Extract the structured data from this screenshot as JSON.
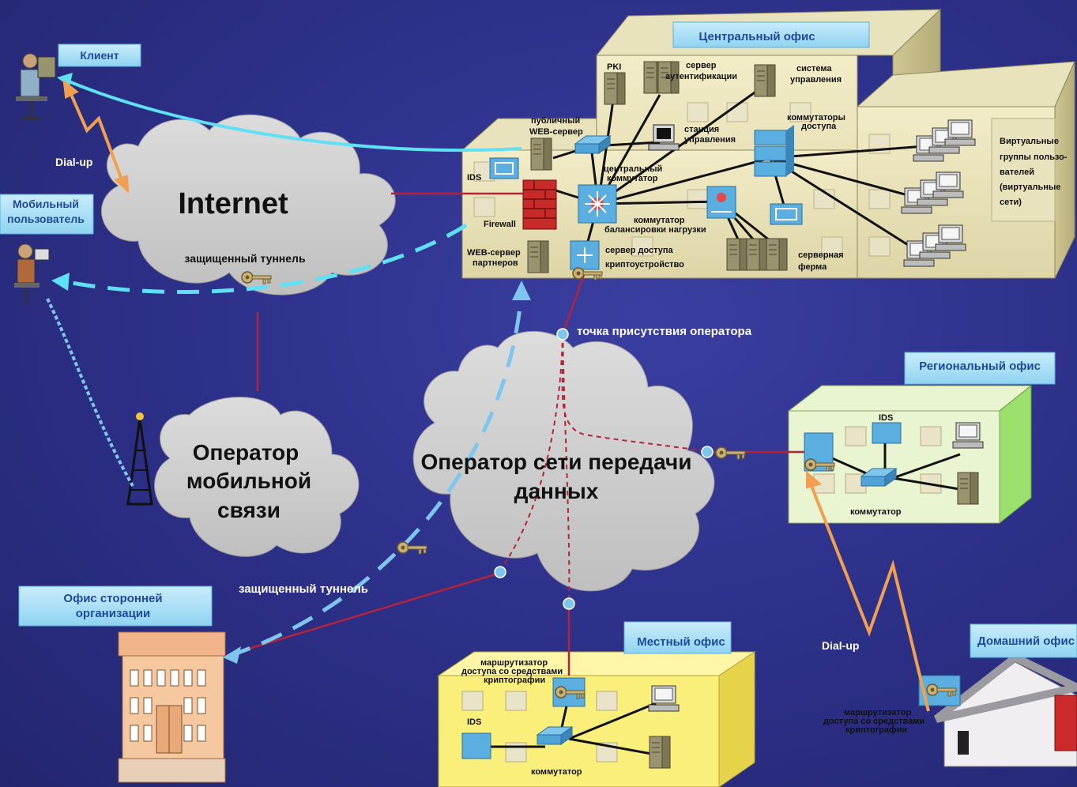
{
  "labels": {
    "client": "Клиент",
    "mobile_user_1": "Мобильный",
    "mobile_user_2": "пользователь",
    "central_office": "Центральный офис",
    "regional_office": "Региональный офис",
    "third_party_1": "Офис сторонней",
    "third_party_2": "организации",
    "local_office": "Местный офис",
    "home_office": "Домашний офис",
    "dialup": "Dial-up",
    "secure_tunnel": "защищенный туннель",
    "operator_pop": "точка присутствия оператора"
  },
  "clouds": {
    "internet": "Internet",
    "mobile_operator_1": "Оператор",
    "mobile_operator_2": "мобильной",
    "mobile_operator_3": "связи",
    "data_operator_1": "Оператор сети передачи",
    "data_operator_2": "данных"
  },
  "central": {
    "pki": "PKI",
    "auth_server_1": "сервер",
    "auth_server_2": "аутентификации",
    "mgmt_system_1": "система",
    "mgmt_system_2": "управления",
    "public_web_1": "публичный",
    "public_web_2": "WEB-сервер",
    "mgmt_station_1": "станция",
    "mgmt_station_2": "управления",
    "access_switches_1": "коммутаторы",
    "access_switches_2": "доступа",
    "ids": "IDS",
    "central_switch_1": "центральный",
    "central_switch_2": "коммутатор",
    "firewall": "Firewall",
    "lb_1": "коммутатор",
    "lb_2": "балансировки нагрузки",
    "partner_web_1": "WEB-сервер",
    "partner_web_2": "партнеров",
    "crypto_server_1": "сервер доступа",
    "crypto_server_2": "криптоустройство",
    "server_farm_1": "серверная",
    "server_farm_2": "ферма",
    "virtual_1": "Виртуальные",
    "virtual_2": "группы пользо-",
    "virtual_3": "вателей",
    "virtual_4": "(виртуальные",
    "virtual_5": "сети)"
  },
  "regional": {
    "ids": "IDS",
    "switch": "коммутатор"
  },
  "local": {
    "router_1": "маршрутизатор",
    "router_2": "доступа со средствами",
    "router_3": "криптографии",
    "ids": "IDS",
    "switch": "коммутатор"
  },
  "home": {
    "router_1": "маршрутизатор",
    "router_2": "доступа со средствами",
    "router_3": "криптографии"
  },
  "colors": {
    "background": "#2c2f86",
    "label_box": "#8fd3f1",
    "label_text": "#1f4a9a",
    "tunnel": "#5fe0f5",
    "link": "#b3243b",
    "dialup": "#f0a050",
    "central_building": "#ddd5a6",
    "regional_building": "#9be06c",
    "local_building": "#fbef7c",
    "third_party_building": "#f6c8a0"
  },
  "icons": [
    "server-icon",
    "pc-icon",
    "switch-icon",
    "firewall-icon",
    "key-icon",
    "cell-tower-icon",
    "person-icon",
    "house-icon",
    "office-building-icon"
  ]
}
